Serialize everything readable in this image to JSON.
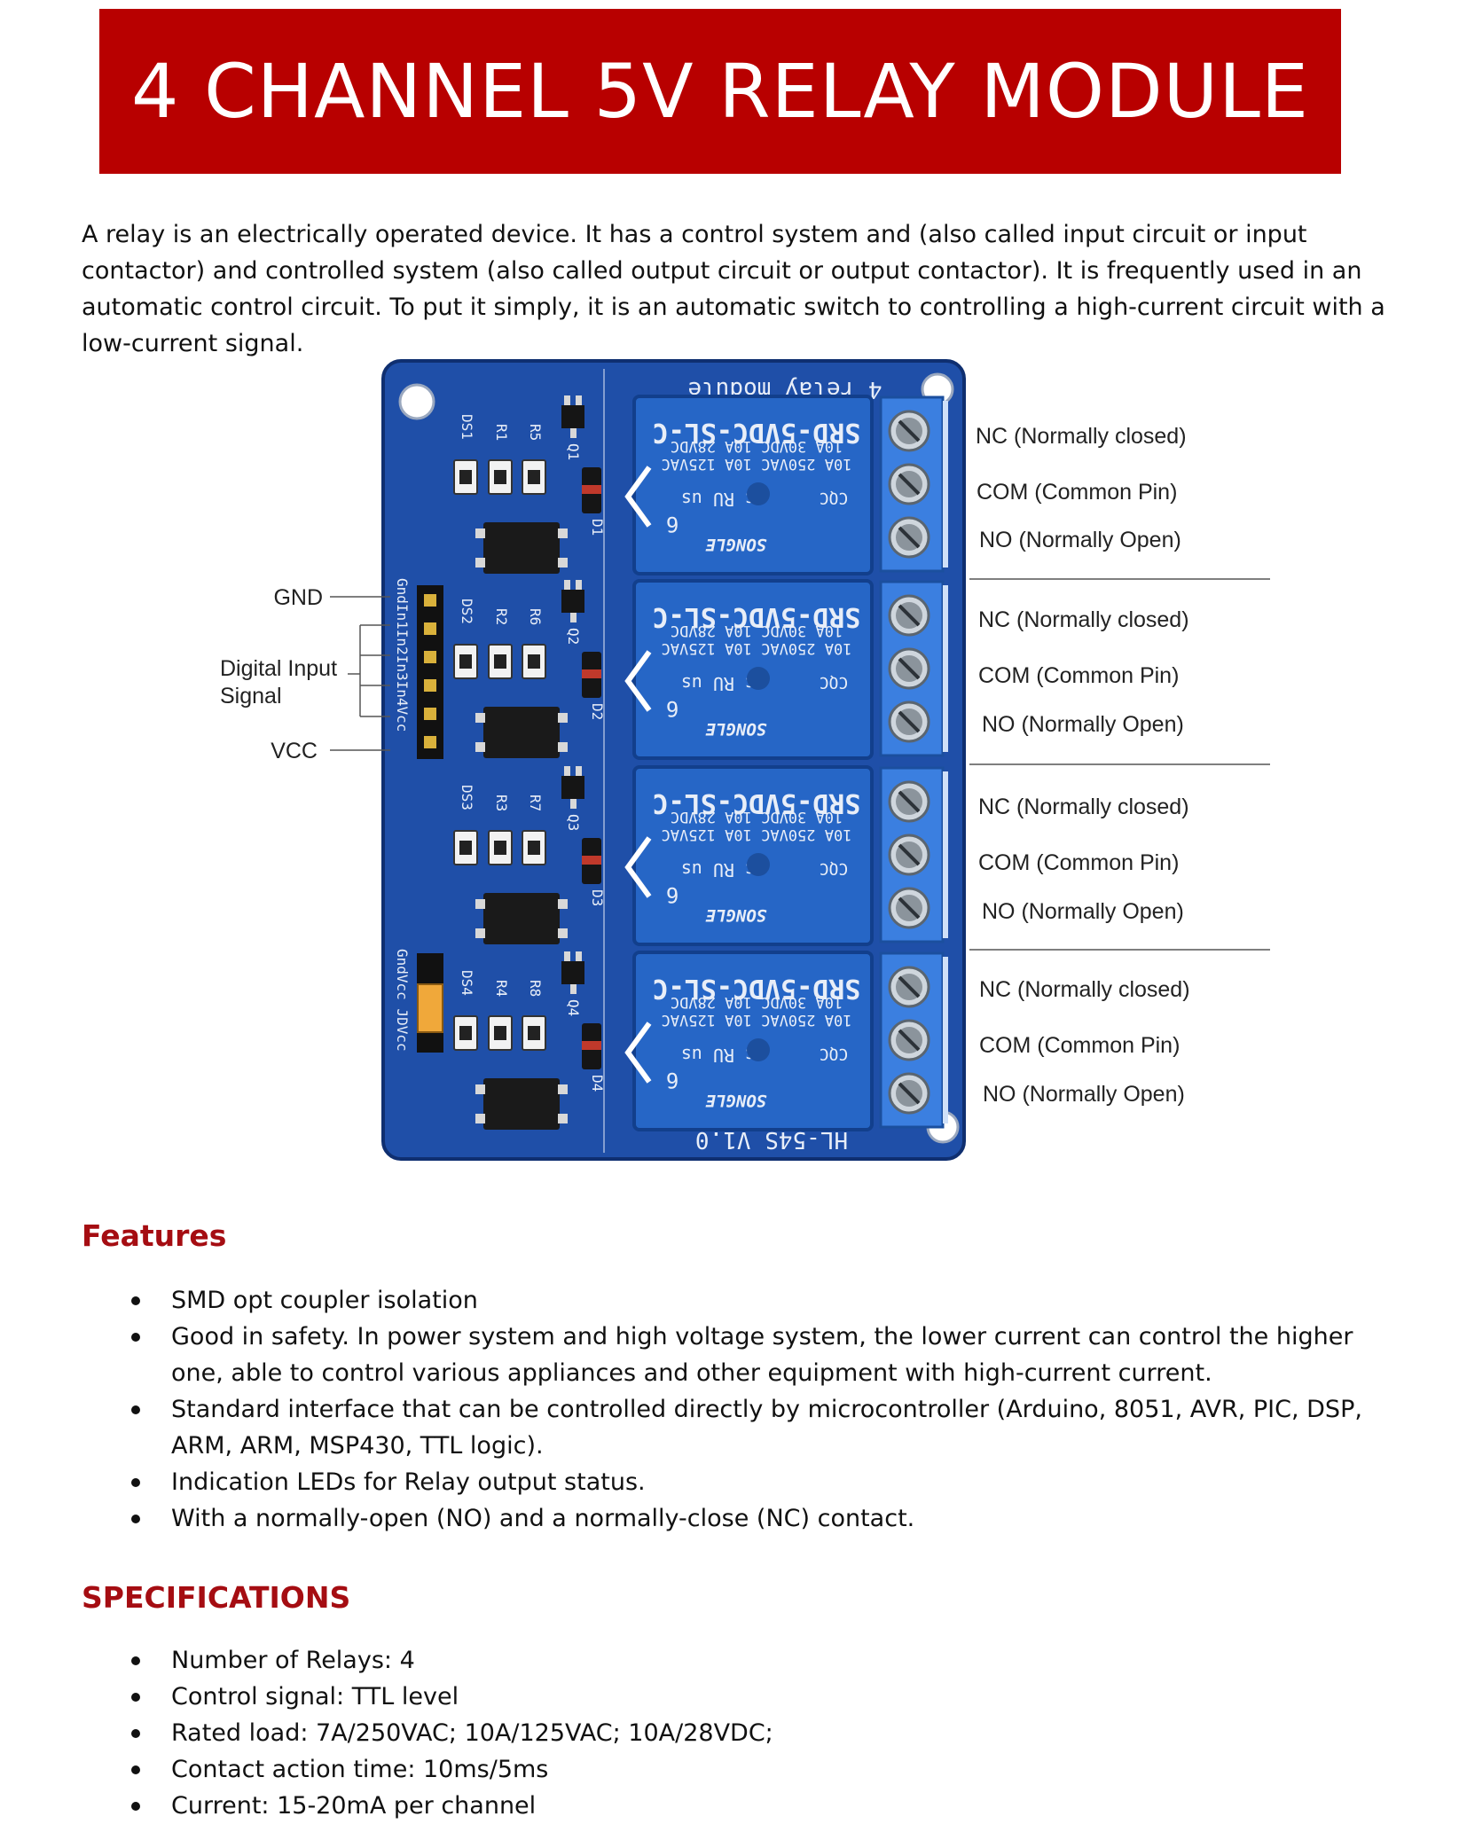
{
  "header": {
    "title": "4 CHANNEL 5V RELAY MODULE"
  },
  "intro": "A relay is an electrically operated device. It has a control system and (also called input circuit or input contactor) and controlled system (also called output circuit or output contactor). It is frequently used in an automatic control circuit. To put it simply, it is an automatic switch to controlling a high-current circuit with a low-current signal.",
  "board": {
    "top_text": "4 relay module",
    "bottom_text": "HL-54S V1.0",
    "header_pins_label": "GndIn1In2In3In4Vcc",
    "jumper_label": "GndVcc JDVcc",
    "channels": [
      {
        "led": "DS1",
        "res_a": "R1",
        "res_b": "R5",
        "transistor": "Q1",
        "diode": "D1"
      },
      {
        "led": "DS2",
        "res_a": "R2",
        "res_b": "R6",
        "transistor": "Q2",
        "diode": "D2"
      },
      {
        "led": "DS3",
        "res_a": "R3",
        "res_b": "R7",
        "transistor": "Q3",
        "diode": "D3"
      },
      {
        "led": "DS4",
        "res_a": "R4",
        "res_b": "R8",
        "transistor": "Q4",
        "diode": "D4"
      }
    ],
    "relay": {
      "model": "SRD-5VDC-SL-C",
      "rating_1": "10A 250VAC 10A 125VAC",
      "rating_2": "10A 30VDC 10A 28VDC",
      "brand": "SONGLE",
      "cert_1": "CQC",
      "cert_2": "c RU us",
      "digit": "6"
    }
  },
  "left_labels": {
    "gnd": "GND",
    "digital_input_line1": "Digital Input",
    "digital_input_line2": "Signal",
    "vcc": "VCC"
  },
  "terminal_labels": [
    {
      "nc": "NC (Normally closed)",
      "com": "COM (Common Pin)",
      "no": "NO (Normally Open)"
    },
    {
      "nc": "NC (Normally closed)",
      "com": "COM (Common Pin)",
      "no": "NO (Normally Open)"
    },
    {
      "nc": "NC (Normally closed)",
      "com": "COM (Common Pin)",
      "no": "NO (Normally Open)"
    },
    {
      "nc": "NC (Normally closed)",
      "com": "COM (Common Pin)",
      "no": "NO (Normally Open)"
    }
  ],
  "features": {
    "heading": "Features",
    "items": [
      "SMD opt coupler isolation",
      "Good in safety. In power system and high voltage system, the lower current can control the higher one, able to control various appliances and other equipment with high-current current.",
      "Standard interface that can be controlled directly by microcontroller (Arduino, 8051, AVR, PIC, DSP, ARM, ARM, MSP430, TTL logic).",
      "Indication LEDs for Relay output status.",
      "With a normally-open (NO) and a normally-close (NC) contact."
    ]
  },
  "specifications": {
    "heading": "SPECIFICATIONS",
    "items": [
      "Number of Relays: 4",
      "Control signal: TTL level",
      "Rated load: 7A/250VAC; 10A/125VAC; 10A/28VDC;",
      "Contact action time: 10ms/5ms",
      "Current: 15-20mA per channel"
    ]
  },
  "colors": {
    "banner": "#b80000",
    "heading": "#a50d12",
    "pcb": "#1f4fa8",
    "relay": "#2666c6",
    "terminal": "#3b7fe0"
  }
}
